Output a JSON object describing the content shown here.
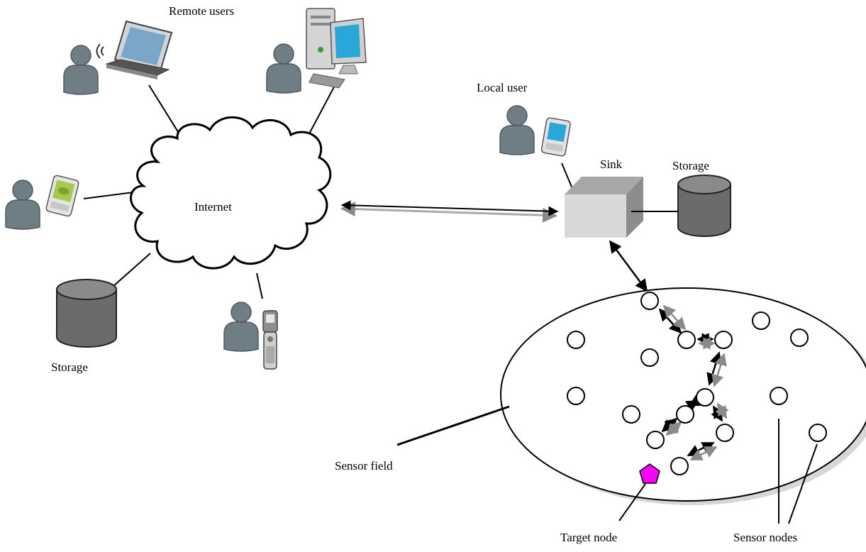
{
  "labels": {
    "remote_users": "Remote users",
    "local_user": "Local user",
    "internet": "Internet",
    "sink": "Sink",
    "storage_sink": "Storage",
    "storage_internet": "Storage",
    "sensor_field": "Sensor field",
    "target_node": "Target node",
    "sensor_nodes": "Sensor nodes"
  },
  "colors": {
    "person": "#6f7d85",
    "storage": "#6b6b6b",
    "sink_box": "#d8d8d8",
    "target": "#ff00ff",
    "line": "#000000",
    "arrow_grey": "#8a8a8a"
  },
  "icons": [
    "person-icon",
    "laptop-icon",
    "desktop-computer-icon",
    "pda-icon",
    "mobile-phone-icon",
    "storage-cylinder-icon",
    "sink-box-icon",
    "cloud-icon",
    "sensor-node-icon",
    "target-pentagon-icon"
  ]
}
